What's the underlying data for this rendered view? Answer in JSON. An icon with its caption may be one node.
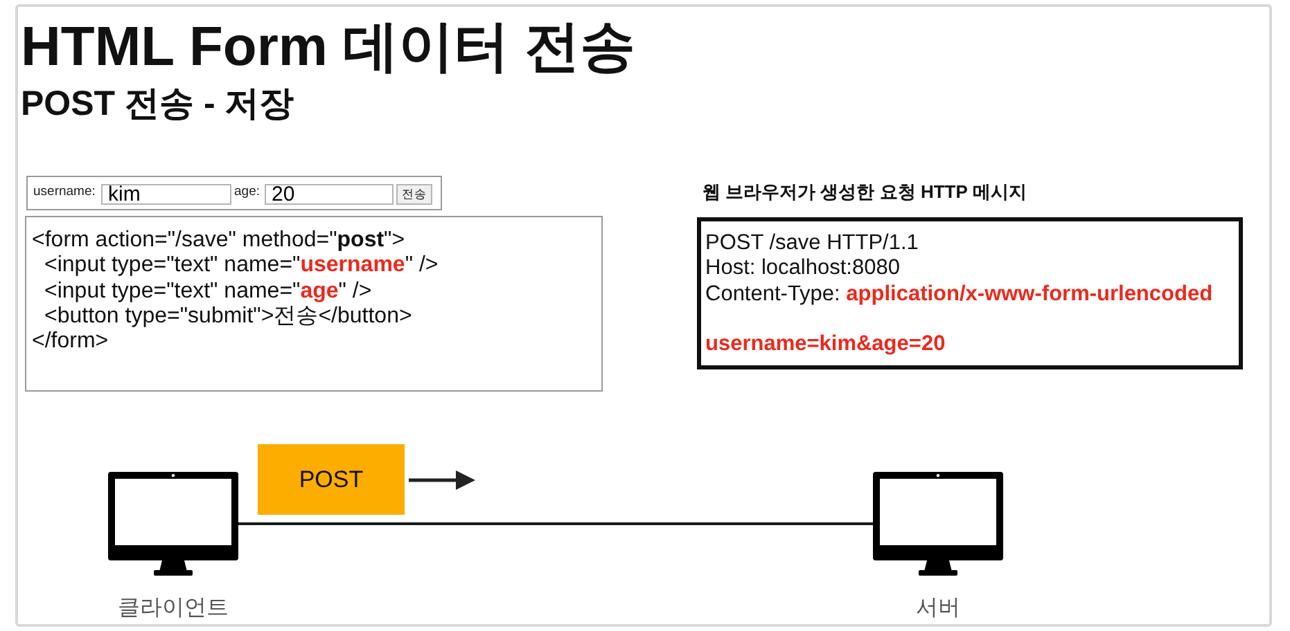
{
  "diagram": {
    "title": "HTML Form 데이터 전송",
    "nodes": [
      {
        "text": [
          "username:",
          "age:"
        ]
      },
      {
        "text": [
          "kim"
        ],
        "in": 0
      },
      {
        "text": [
          "20"
        ],
        "in": 0
      },
      {
        "text": [
          "전송"
        ],
        "in": 0
      },
      {
        "text": [
          "<form action=\"/save\" method=\"**post**\">",
          "<input type=\"text\" name=\"**username**\" />",
          "<input type=\"text\" name=\"**age**\" />",
          "<button type=\"submit\">전송</button>",
          "</form>"
        ]
      },
      {
        "text": [
          "웹 브라우저가 생성한 요청 HTTP 메시지",
          "POST /save HTTP/1.1",
          "Host: localhost:8080",
          "Content-Type: **application/x-www-form-urlencoded**",
          "username=kim&age=20"
        ]
      },
      {
        "text": [
          "POST"
        ]
      },
      {
        "text": [],
        "shape": "picture",
        "beside": [
          "클라이언트"
        ]
      },
      {
        "text": [],
        "shape": "picture",
        "beside": [
          "서버"
        ]
      }
    ],
    "edges": [
      {
        "from": 7,
        "to": 8,
        "arrow": "none"
      }
    ],
    "labels": [
      "POST 전송 - 저장"
    ]
  }
}
